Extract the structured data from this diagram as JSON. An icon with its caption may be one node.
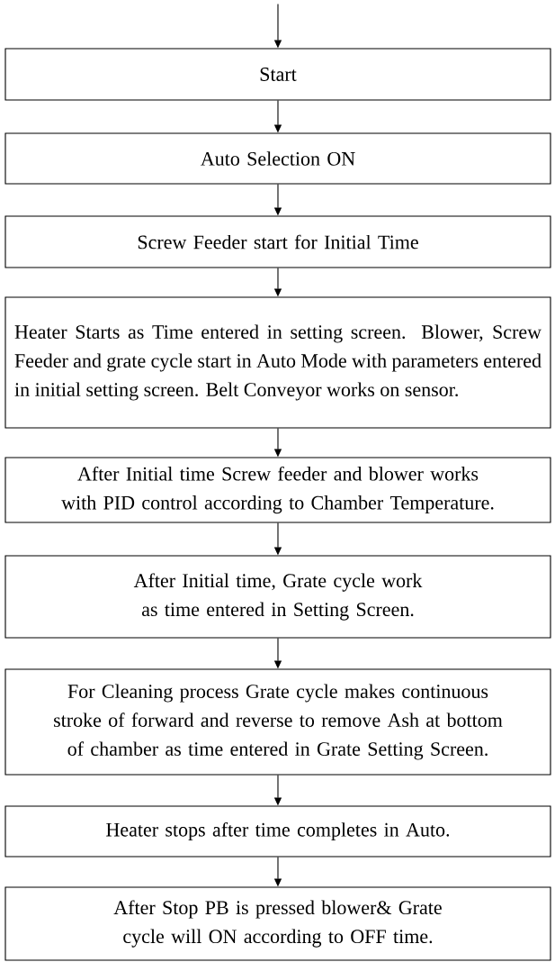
{
  "diagram": {
    "nodes": [
      {
        "text": [
          "Start"
        ]
      },
      {
        "text": [
          "Auto Selection ON"
        ]
      },
      {
        "text": [
          "Screw Feeder start for Initial Time"
        ]
      },
      {
        "text": [
          "Heater Starts as Time entered in setting screen. Blower, Screw Feeder and grate cycle start in Auto Mode with parameters entered in initial setting screen. Belt Conveyor works on sensor."
        ]
      },
      {
        "text": [
          "After Initial time Screw feeder and blower works with PID control according to Chamber Temperature."
        ]
      },
      {
        "text": [
          "After Initial time, Grate cycle work as time entered in Setting Screen."
        ]
      },
      {
        "text": [
          "For Cleaning process Grate cycle makes continuous stroke of forward and reverse to remove Ash at bottom of chamber as time entered in Grate Setting Screen."
        ]
      },
      {
        "text": [
          "Heater stops after time completes in Auto."
        ]
      },
      {
        "text": [
          "After Stop PB is pressed blower& Grate cycle will ON according to OFF time."
        ]
      }
    ],
    "edges": [
      {
        "from": null,
        "to": 0,
        "arrow": "to"
      },
      {
        "from": 0,
        "to": 1,
        "arrow": "to"
      },
      {
        "from": 1,
        "to": 2,
        "arrow": "to"
      },
      {
        "from": 2,
        "to": 3,
        "arrow": "to"
      },
      {
        "from": 3,
        "to": 4,
        "arrow": "to"
      },
      {
        "from": 4,
        "to": 5,
        "arrow": "to"
      },
      {
        "from": 5,
        "to": 6,
        "arrow": "to"
      },
      {
        "from": 6,
        "to": 7,
        "arrow": "to"
      },
      {
        "from": 7,
        "to": 8,
        "arrow": "to"
      }
    ]
  }
}
